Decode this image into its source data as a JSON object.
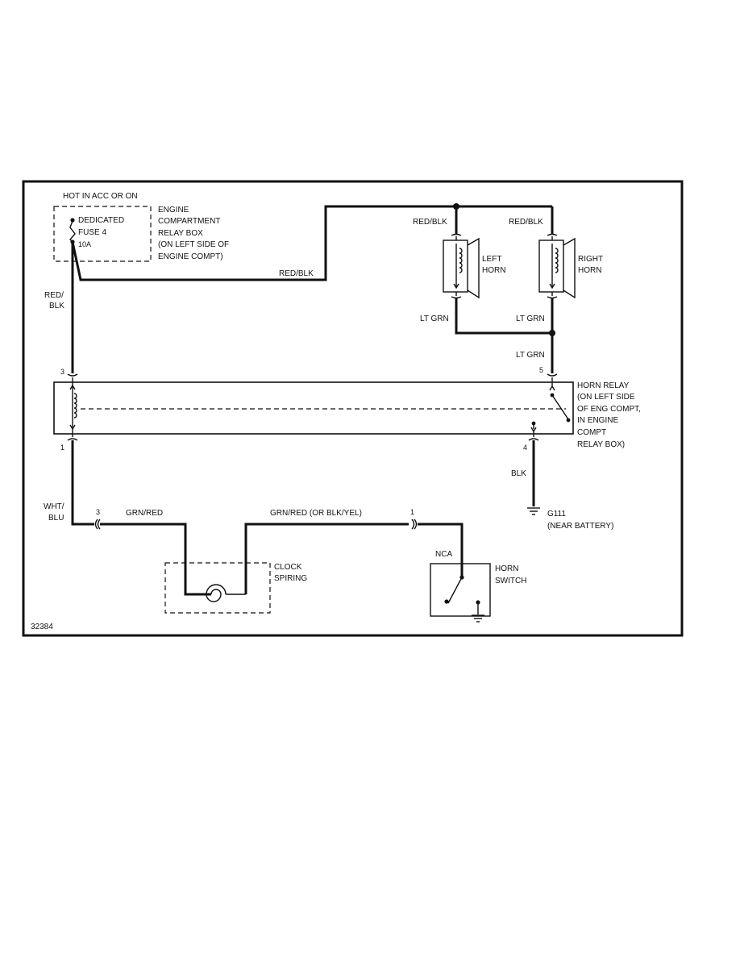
{
  "diagram_id": "32384",
  "power": {
    "label": "HOT IN ACC OR ON"
  },
  "relay_box": {
    "fuse_lines": [
      "DEDICATED",
      "FUSE 4",
      "10A"
    ],
    "label_lines": [
      "ENGINE",
      "COMPARTMENT",
      "RELAY BOX",
      "(ON LEFT SIDE OF",
      "ENGINE COMPT)"
    ]
  },
  "wires": {
    "fuse_to_horns": "RED/BLK",
    "left_horn_feed": "RED/BLK",
    "right_horn_feed": "RED/BLK",
    "fuse_to_relay_lines": [
      "RED/",
      "BLK"
    ],
    "left_horn_return": "LT GRN",
    "right_horn_return": "LT GRN",
    "horns_to_relay": "LT GRN",
    "relay_to_ground": "BLK",
    "relay_to_clock_lines": [
      "WHT/",
      "BLU"
    ],
    "clock_in": "GRN/RED",
    "clock_out": "GRN/RED (OR BLK/YEL)"
  },
  "horns": {
    "left_lines": [
      "LEFT",
      "HORN"
    ],
    "right_lines": [
      "RIGHT",
      "HORN"
    ]
  },
  "horn_relay": {
    "label_lines": [
      "HORN RELAY",
      "(ON LEFT SIDE",
      "OF ENG COMPT,",
      "IN ENGINE",
      "COMPT",
      "RELAY BOX)"
    ],
    "pins": {
      "p3": "3",
      "p5": "5",
      "p1": "1",
      "p4": "4"
    }
  },
  "ground": {
    "label_lines": [
      "G111",
      "(NEAR BATTERY)"
    ]
  },
  "connectors": {
    "c3": "3",
    "c1": "1"
  },
  "clock_spring": {
    "label_lines": [
      "CLOCK",
      "SPIRING"
    ]
  },
  "horn_switch": {
    "nca": "NCA",
    "label_lines": [
      "HORN",
      "SWITCH"
    ]
  }
}
